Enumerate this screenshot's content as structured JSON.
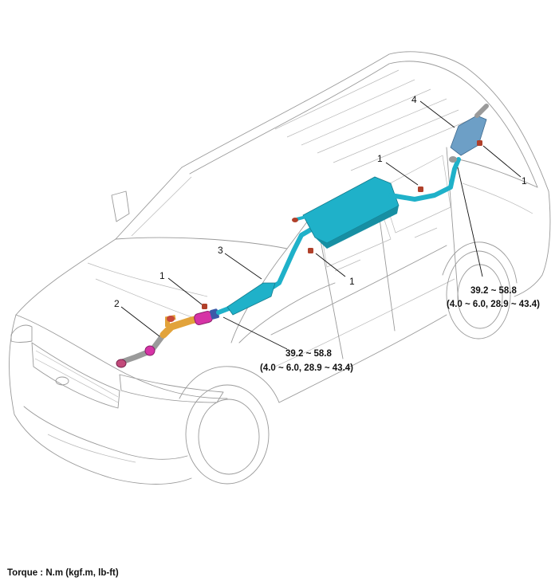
{
  "callouts": {
    "c1_rear_hanger": "1",
    "c1_tail_hanger": "1",
    "c1_center_hanger": "1",
    "c1_front_hanger": "1",
    "c2_front_pipe": "2",
    "c3_center_muffler": "3",
    "c4_tail_muffler": "4"
  },
  "torque_rear": {
    "value": "39.2 ~ 58.8",
    "units": "(4.0 ~ 6.0, 28.9 ~ 43.4)"
  },
  "torque_front": {
    "value": "39.2 ~ 58.8",
    "units": "(4.0 ~ 6.0, 28.9 ~ 43.4)"
  },
  "footer": {
    "torque_legend": "Torque : N.m (kgf.m, lb-ft)"
  },
  "colors": {
    "muffler": "#1fb1c9",
    "tail_muffler": "#6d9fc6",
    "front_pipe": "#e2a33b",
    "catalytic": "#d633a6",
    "flex": "#9a9a9a",
    "hanger": "#b0402a"
  }
}
